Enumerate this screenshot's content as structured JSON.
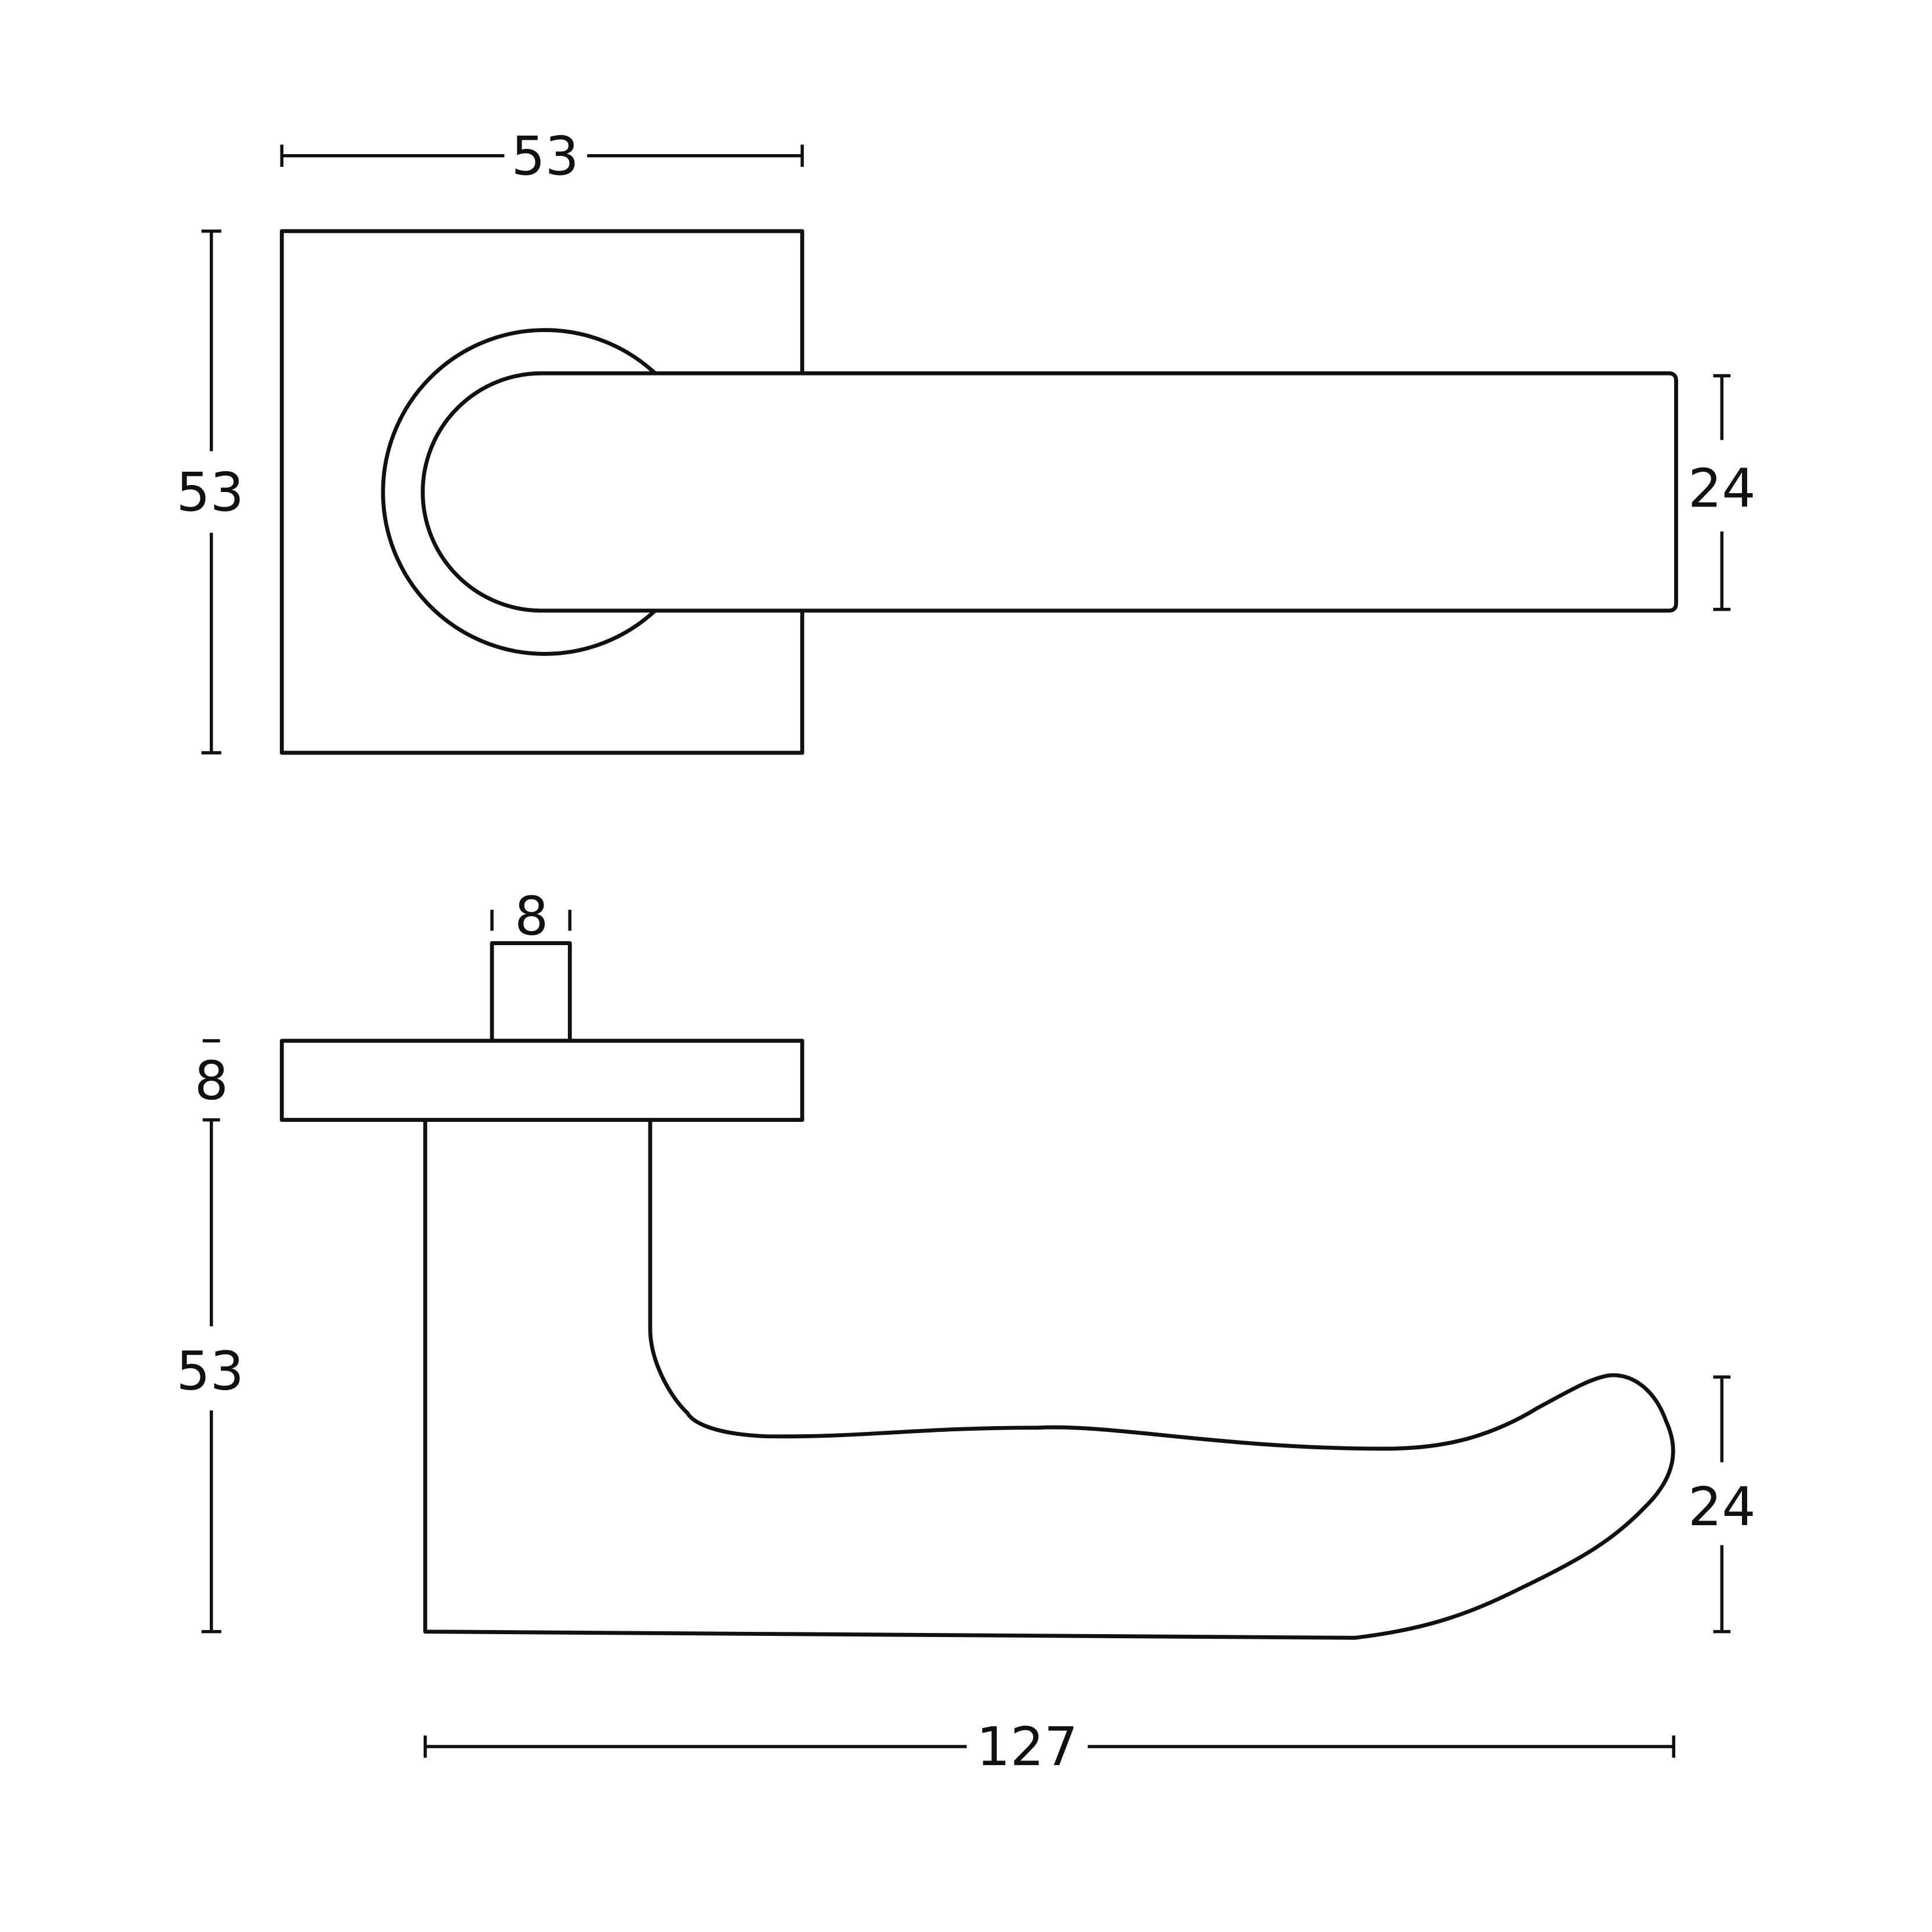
{
  "dimensions": {
    "top_width": "53",
    "top_height": "53",
    "top_lever_height": "24",
    "spindle_width": "8",
    "rose_thickness": "8",
    "side_height": "53",
    "side_lever_height": "24",
    "side_length": "127"
  },
  "colors": {
    "line": "#111111",
    "background": "#ffffff"
  }
}
